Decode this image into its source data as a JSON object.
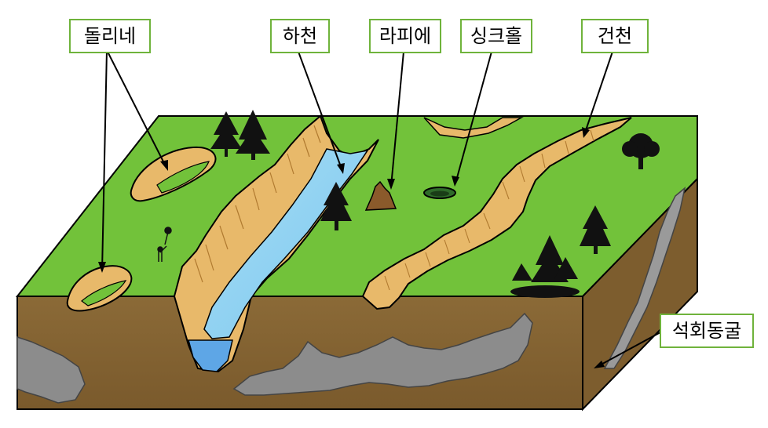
{
  "labels": {
    "doline": "돌리네",
    "river": "하천",
    "lapies": "라피에",
    "sinkhole": "싱크홀",
    "dry_valley": "건천",
    "limestone_cave": "석회동굴"
  },
  "colors": {
    "grass": "#72c23a",
    "grass_dark": "#4f9a23",
    "soil": "#8b6a37",
    "soil_dark": "#6d5026",
    "cliff": "#e8b96a",
    "cliff_dark": "#c58d3e",
    "water": "#8fd3f2",
    "water_deep": "#5ea6e6",
    "cave": "#8c8c8c",
    "cave_light": "#cfcfcf",
    "tree": "#111111",
    "label_border": "#6fb33b"
  },
  "icons": [
    "tree-icon",
    "person-with-balloon-icon",
    "lapies-rock-icon"
  ]
}
